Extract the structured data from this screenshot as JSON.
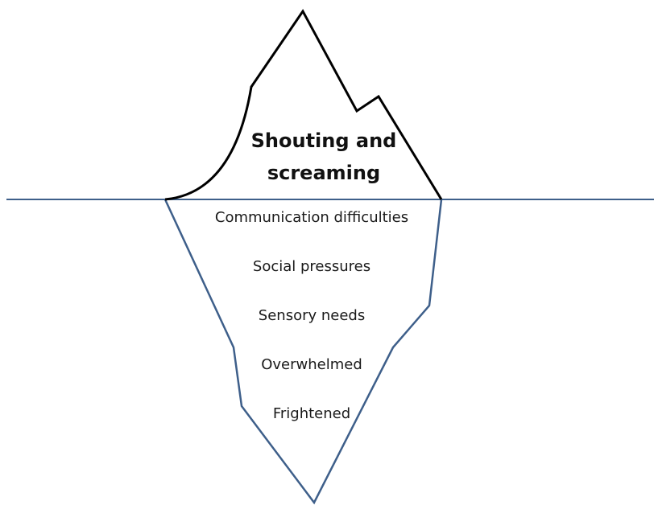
{
  "colors": {
    "tip_outline": "#000000",
    "submerged_outline": "#3e5f8a",
    "waterline": "#3e5f8a",
    "background": "#ffffff"
  },
  "iceberg": {
    "above_water": {
      "line1": "Shouting and",
      "line2": "screaming"
    },
    "below_water": [
      "Communication difficulties",
      "Social pressures",
      "Sensory needs",
      "Overwhelmed",
      "Frightened"
    ]
  }
}
